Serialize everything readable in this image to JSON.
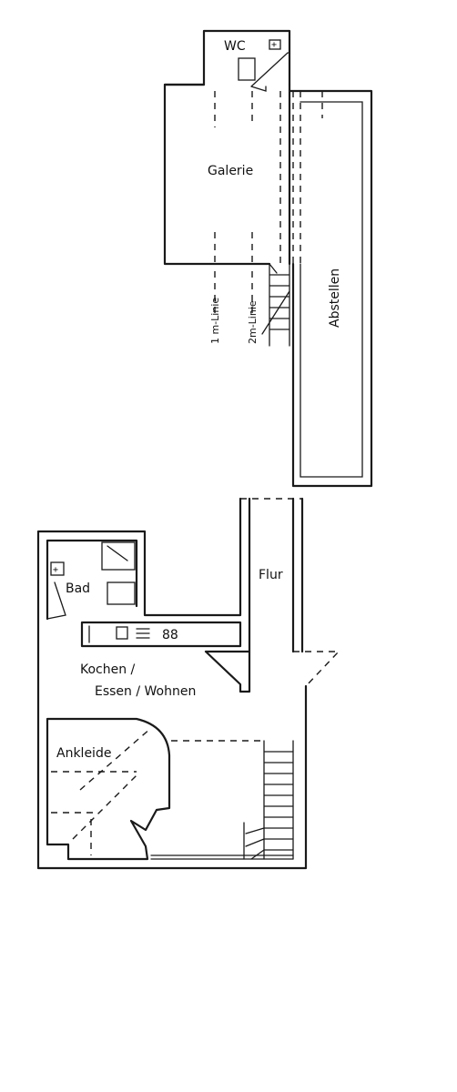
{
  "upper_floor": {
    "wc": "WC",
    "galerie": "Galerie",
    "abstellen": "Abstellen",
    "line_1m": "1 m-Linie",
    "line_2m": "2m-Linie"
  },
  "lower_floor": {
    "bad": "Bad",
    "flur": "Flur",
    "kochen_line1": "Kochen /",
    "kochen_line2": "Essen / Wohnen",
    "ankleide": "Ankleide",
    "stove_symbol": "88"
  },
  "colors": {
    "line": "#1a1a1a",
    "background": "#ffffff"
  }
}
